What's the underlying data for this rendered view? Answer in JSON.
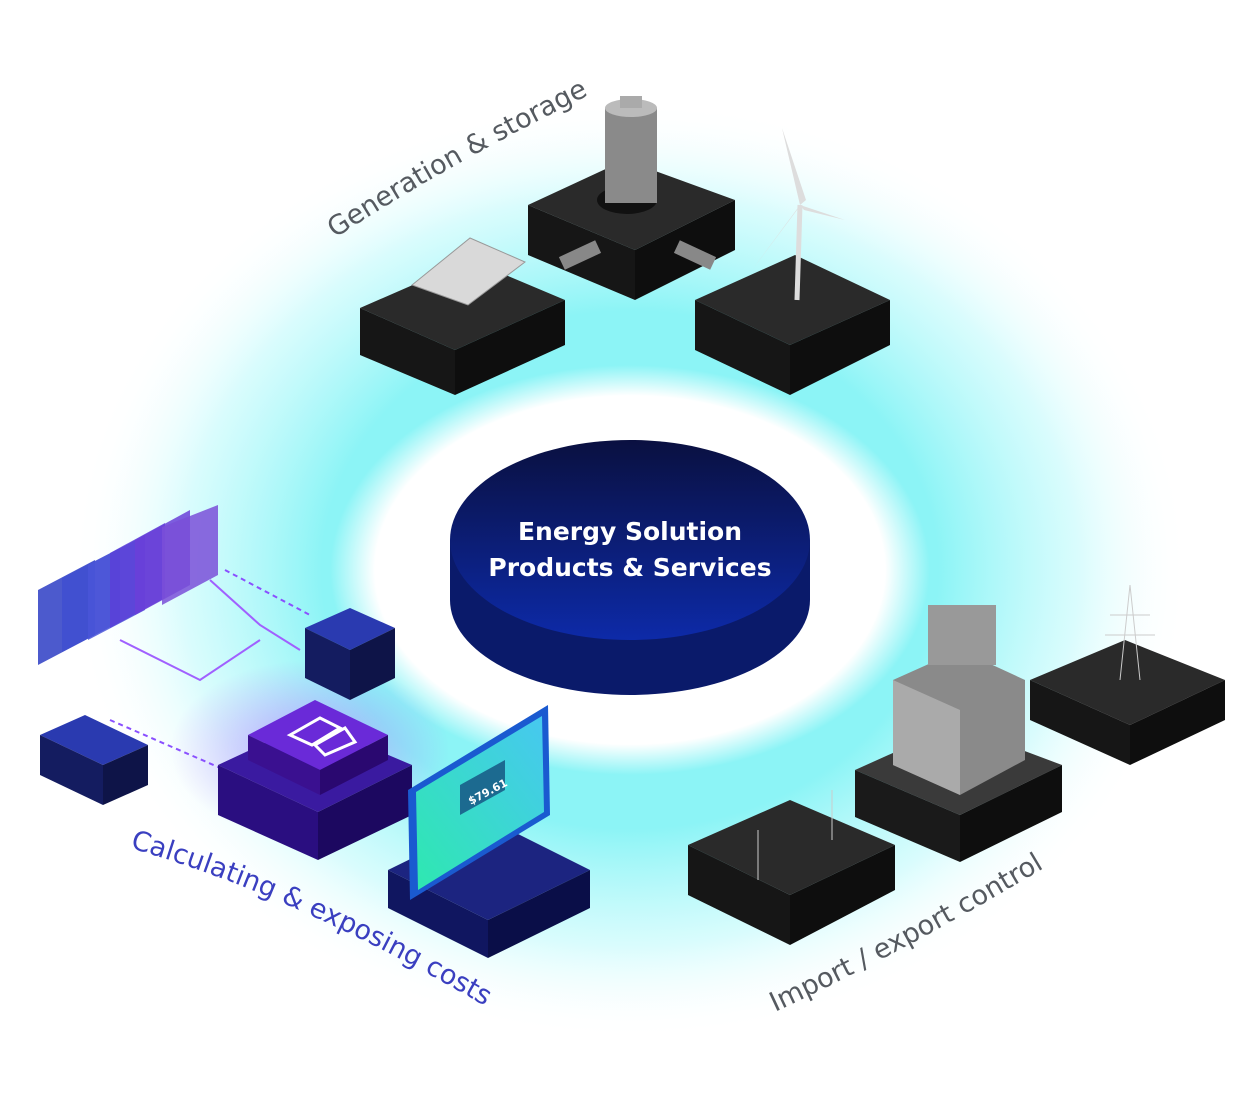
{
  "center": {
    "line1": "Energy Solution",
    "line2": "Products & Services"
  },
  "sections": {
    "generation": "Generation & storage",
    "calculating": "Calculating & exposing costs",
    "import_export": "Import / export control"
  },
  "monitor": {
    "price": "$79.61"
  },
  "colors": {
    "glow": "#7ff3f5",
    "center_disc": "#0b1d7a",
    "purple_accent": "#7a2cff",
    "block_dark": "#1e1e1e"
  }
}
